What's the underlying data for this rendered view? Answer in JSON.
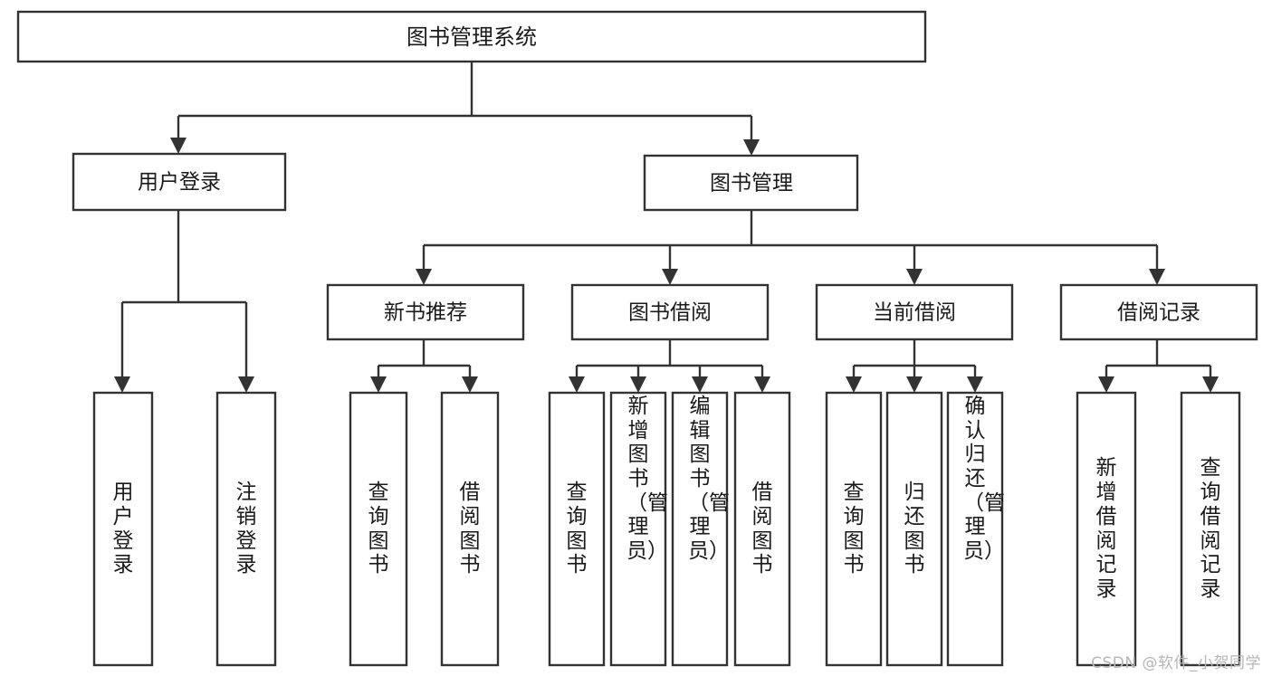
{
  "diagram": {
    "type": "tree",
    "title_node": "图书管理系统",
    "watermark": "CSDN @软件_小贺同学",
    "colors": {
      "stroke": "#333333",
      "box_fill": "#ffffff",
      "text": "#1a1a1a",
      "background": "#ffffff",
      "watermark": "#b6b6b6"
    },
    "levels": {
      "level1": [
        "图书管理系统"
      ],
      "level2": [
        "用户登录",
        "图书管理"
      ],
      "level3": [
        "新书推荐",
        "图书借阅",
        "当前借阅",
        "借阅记录"
      ],
      "level4": [
        "用户登录",
        "注销登录",
        "查询图书",
        "借阅图书",
        "查询图书",
        "新增图书（管理员）",
        "编辑图书（管理员）",
        "借阅图书",
        "查询图书",
        "归还图书",
        "确认归还（管理员）",
        "新增借阅记录",
        "查询借阅记录"
      ]
    },
    "nodes": {
      "root": {
        "label": "图书管理系统"
      },
      "user_login": {
        "label": "用户登录"
      },
      "book_manage": {
        "label": "图书管理"
      },
      "new_book_rec": {
        "label": "新书推荐"
      },
      "book_borrow": {
        "label": "图书借阅"
      },
      "current_borrow": {
        "label": "当前借阅"
      },
      "borrow_record": {
        "label": "借阅记录"
      },
      "leaf_user_login": {
        "label": "用户登录"
      },
      "leaf_logout": {
        "label": "注销登录"
      },
      "leaf_query_book_1": {
        "label": "查询图书"
      },
      "leaf_borrow_book_1": {
        "label": "借阅图书"
      },
      "leaf_query_book_2": {
        "label": "查询图书"
      },
      "leaf_add_book": {
        "label": "新增图书（管理员）"
      },
      "leaf_edit_book": {
        "label": "编辑图书（管理员）"
      },
      "leaf_borrow_book_2": {
        "label": "借阅图书"
      },
      "leaf_query_book_3": {
        "label": "查询图书"
      },
      "leaf_return_book": {
        "label": "归还图书"
      },
      "leaf_confirm_return": {
        "label": "确认归还（管理员）"
      },
      "leaf_add_record": {
        "label": "新增借阅记录"
      },
      "leaf_query_record": {
        "label": "查询借阅记录"
      }
    },
    "edges": [
      {
        "from": "图书管理系统",
        "to": "用户登录"
      },
      {
        "from": "图书管理系统",
        "to": "图书管理"
      },
      {
        "from": "用户登录",
        "to": "用户登录"
      },
      {
        "from": "用户登录",
        "to": "注销登录"
      },
      {
        "from": "图书管理",
        "to": "新书推荐"
      },
      {
        "from": "图书管理",
        "to": "图书借阅"
      },
      {
        "from": "图书管理",
        "to": "当前借阅"
      },
      {
        "from": "图书管理",
        "to": "借阅记录"
      },
      {
        "from": "新书推荐",
        "to": "查询图书"
      },
      {
        "from": "新书推荐",
        "to": "借阅图书"
      },
      {
        "from": "图书借阅",
        "to": "查询图书"
      },
      {
        "from": "图书借阅",
        "to": "新增图书（管理员）"
      },
      {
        "from": "图书借阅",
        "to": "编辑图书（管理员）"
      },
      {
        "from": "图书借阅",
        "to": "借阅图书"
      },
      {
        "from": "当前借阅",
        "to": "查询图书"
      },
      {
        "from": "当前借阅",
        "to": "归还图书"
      },
      {
        "from": "当前借阅",
        "to": "确认归还（管理员）"
      },
      {
        "from": "借阅记录",
        "to": "新增借阅记录"
      },
      {
        "from": "借阅记录",
        "to": "查询借阅记录"
      }
    ]
  }
}
